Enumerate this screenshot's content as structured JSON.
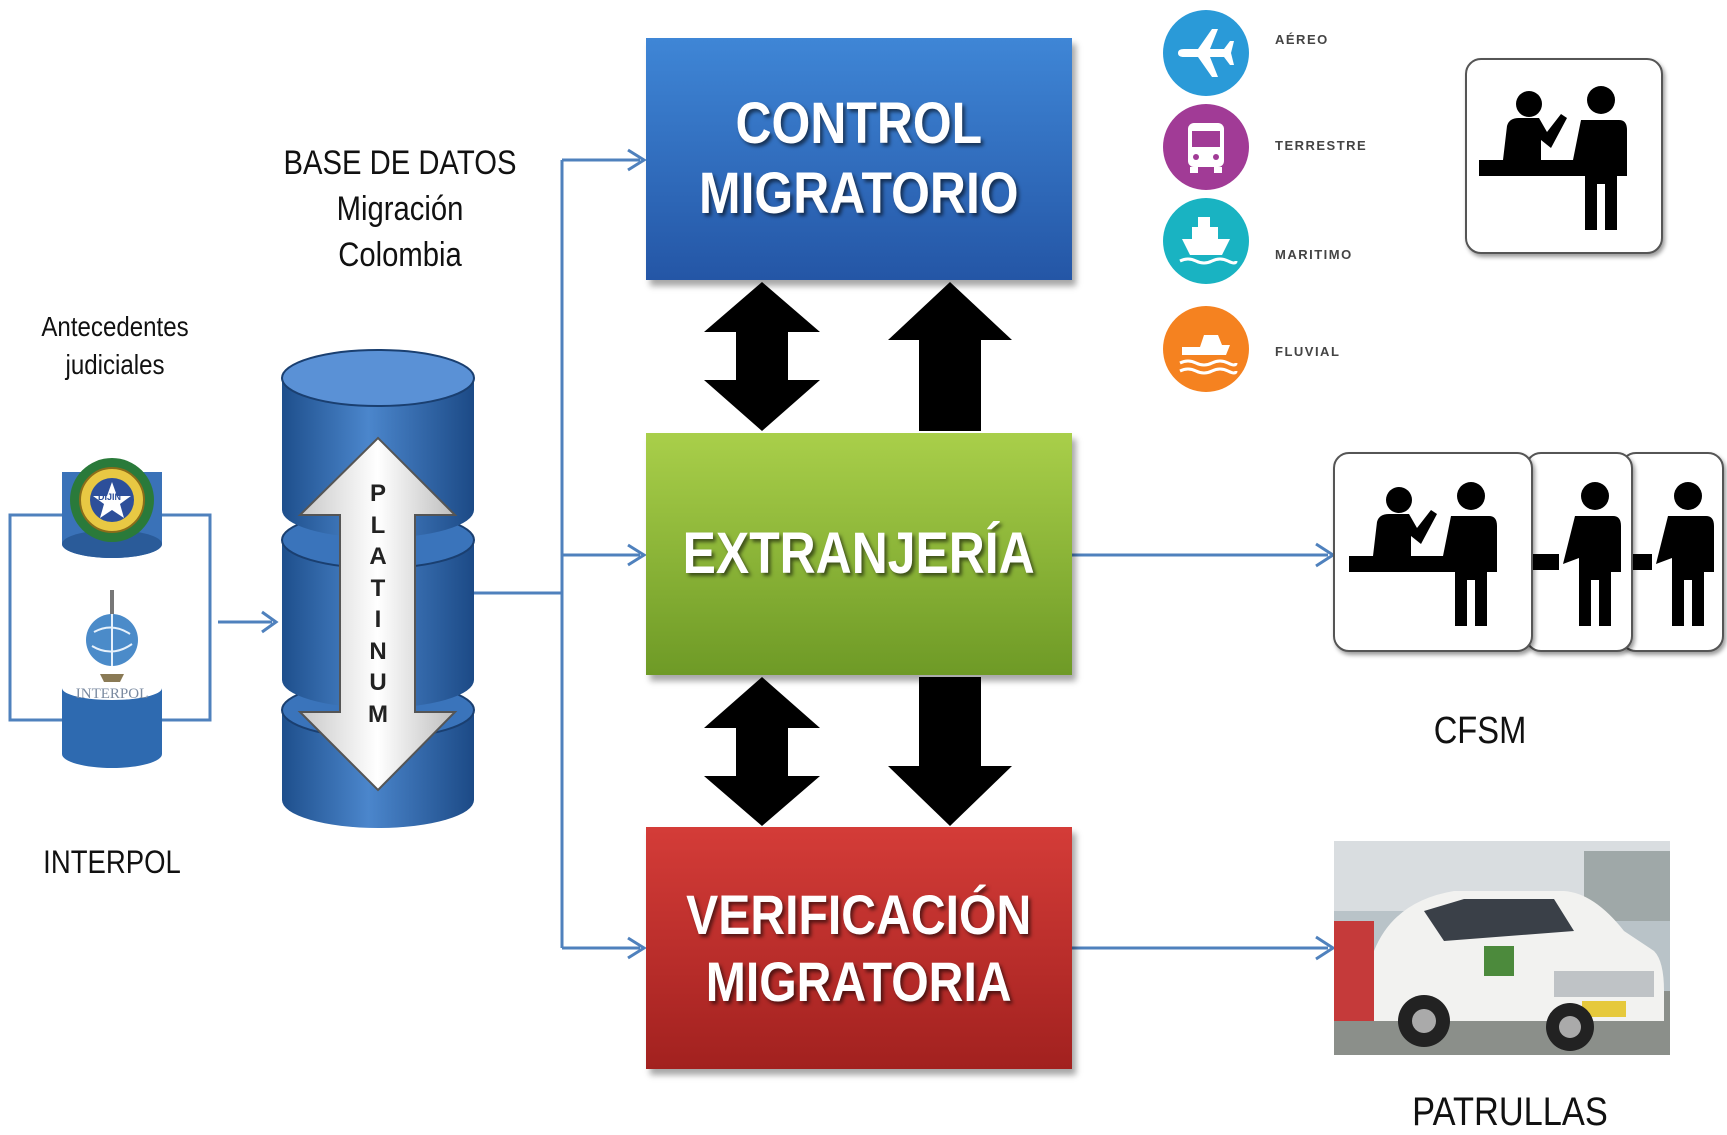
{
  "labels": {
    "database_title": "BASE DE DATOS\nMigración Colombia",
    "antecedentes": "Antecedentes\njudiciales",
    "interpol": "INTERPOL",
    "cfsm": "CFSM",
    "patrullas": "PATRULLAS",
    "platinum_letters": [
      "P",
      "L",
      "A",
      "T",
      "I",
      "N",
      "U",
      "M"
    ],
    "interpol_logo_text": "INTERPOL",
    "dijin_logo_text": "DIJIN"
  },
  "boxes": {
    "control": "CONTROL\nMIGRATORIO",
    "extranjeria": "EXTRANJERÍA",
    "verificacion": "VERIFICACIÓN\nMIGRATORIA"
  },
  "transport_modes": [
    {
      "label": "AÉREO",
      "icon": "airplane-icon",
      "color": "#2a9ad8"
    },
    {
      "label": "TERRESTRE",
      "icon": "bus-icon",
      "color": "#a13b96"
    },
    {
      "label": "MARITIMO",
      "icon": "ship-icon",
      "color": "#19b3c2"
    },
    {
      "label": "FLUVIAL",
      "icon": "boat-icon",
      "color": "#f58220"
    }
  ],
  "colors": {
    "control": "#2f6cc0",
    "extranjeria": "#8cba3a",
    "verificacion": "#c0302c",
    "database": "#2e6ab0",
    "connector": "#4f81bd"
  }
}
